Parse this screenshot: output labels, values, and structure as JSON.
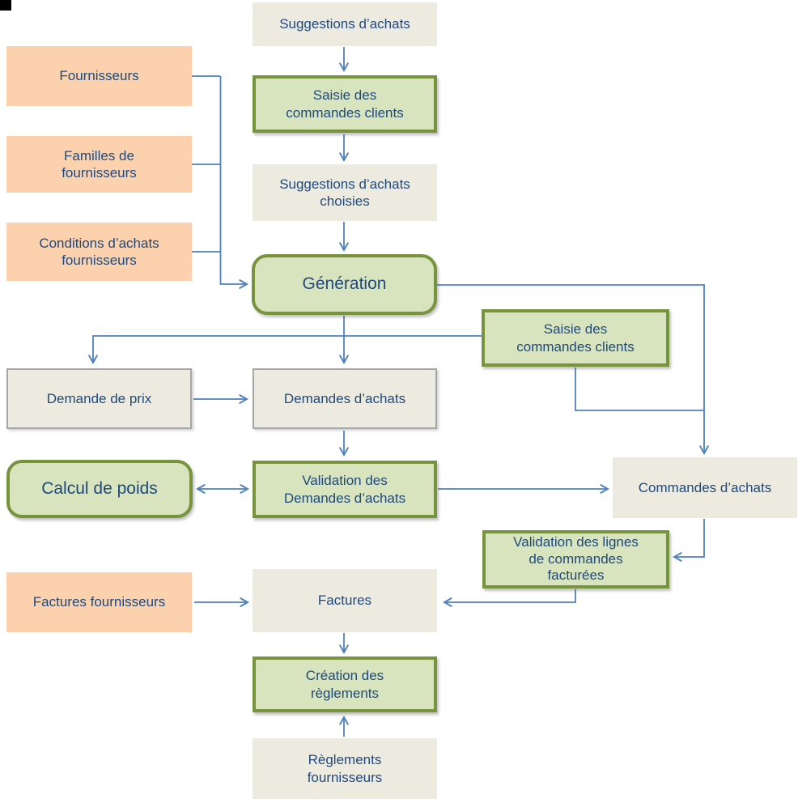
{
  "palette": {
    "background": "#FFFFFF",
    "data_box_fill": "#EDEBE0",
    "data_box_border": "#A6A6A6",
    "source_box_fill": "#FBD2AD",
    "process_box_fill": "#D7E4BD",
    "process_box_border": "#77933C",
    "connector_blue": "#4F81BD",
    "text_navy": "#1F497D",
    "corner_square": "#000000"
  },
  "nodes": [
    {
      "id": "suggestions-achats",
      "label": "Suggestions d’achats",
      "type": "data"
    },
    {
      "id": "saisie-commandes-clients-1",
      "label": "Saisie des\ncommandes clients",
      "type": "process"
    },
    {
      "id": "fournisseurs",
      "label": "Fournisseurs",
      "type": "source"
    },
    {
      "id": "familles-fournisseurs",
      "label": "Familles de\nfournisseurs",
      "type": "source"
    },
    {
      "id": "conditions-achats-fournisseurs",
      "label": "Conditions d’achats\nfournisseurs",
      "type": "source"
    },
    {
      "id": "suggestions-achats-choisies",
      "label": "Suggestions d’achats\nchoisies",
      "type": "data"
    },
    {
      "id": "generation",
      "label": "Génération",
      "type": "process-rounded"
    },
    {
      "id": "demande-de-prix",
      "label": "Demande de prix",
      "type": "data-bordered"
    },
    {
      "id": "demandes-achats",
      "label": "Demandes d’achats",
      "type": "data-bordered"
    },
    {
      "id": "saisie-commandes-clients-2",
      "label": "Saisie des\ncommandes clients",
      "type": "process"
    },
    {
      "id": "calcul-de-poids",
      "label": "Calcul de poids",
      "type": "process-rounded"
    },
    {
      "id": "validation-demandes-achats",
      "label": "Validation des\nDemandes d’achats",
      "type": "process"
    },
    {
      "id": "commandes-achats",
      "label": "Commandes d’achats",
      "type": "data"
    },
    {
      "id": "validation-lignes-facturees",
      "label": "Validation des lignes\nde commandes\nfacturées",
      "type": "process"
    },
    {
      "id": "factures-fournisseurs",
      "label": "Factures fournisseurs",
      "type": "source"
    },
    {
      "id": "factures",
      "label": "Factures",
      "type": "data"
    },
    {
      "id": "creation-reglements",
      "label": "Création des\nrèglements",
      "type": "process"
    },
    {
      "id": "reglements-fournisseurs",
      "label": "Règlements\nfournisseurs",
      "type": "data"
    }
  ],
  "edges": [
    {
      "from": "suggestions-achats",
      "to": "saisie-commandes-clients-1",
      "style": "arrow"
    },
    {
      "from": "saisie-commandes-clients-1",
      "to": "suggestions-achats-choisies",
      "style": "arrow"
    },
    {
      "from": "suggestions-achats-choisies",
      "to": "generation",
      "style": "arrow"
    },
    {
      "from": "fournisseurs",
      "to": "generation",
      "style": "arrow"
    },
    {
      "from": "familles-fournisseurs",
      "to": "generation",
      "style": "arrow"
    },
    {
      "from": "conditions-achats-fournisseurs",
      "to": "generation",
      "style": "arrow"
    },
    {
      "from": "generation",
      "to": "demande-de-prix",
      "style": "arrow"
    },
    {
      "from": "generation",
      "to": "demandes-achats",
      "style": "arrow"
    },
    {
      "from": "generation",
      "to": "saisie-commandes-clients-2",
      "style": "line"
    },
    {
      "from": "generation",
      "to": "commandes-achats",
      "style": "arrow"
    },
    {
      "from": "demande-de-prix",
      "to": "demandes-achats",
      "style": "arrow"
    },
    {
      "from": "demandes-achats",
      "to": "validation-demandes-achats",
      "style": "arrow"
    },
    {
      "from": "calcul-de-poids",
      "to": "validation-demandes-achats",
      "style": "double-arrow"
    },
    {
      "from": "validation-demandes-achats",
      "to": "commandes-achats",
      "style": "arrow"
    },
    {
      "from": "saisie-commandes-clients-2",
      "to": "commandes-achats",
      "style": "line"
    },
    {
      "from": "commandes-achats",
      "to": "validation-lignes-facturees",
      "style": "arrow"
    },
    {
      "from": "validation-lignes-facturees",
      "to": "factures",
      "style": "arrow"
    },
    {
      "from": "factures-fournisseurs",
      "to": "factures",
      "style": "arrow"
    },
    {
      "from": "factures",
      "to": "creation-reglements",
      "style": "arrow"
    },
    {
      "from": "reglements-fournisseurs",
      "to": "creation-reglements",
      "style": "arrow"
    }
  ]
}
